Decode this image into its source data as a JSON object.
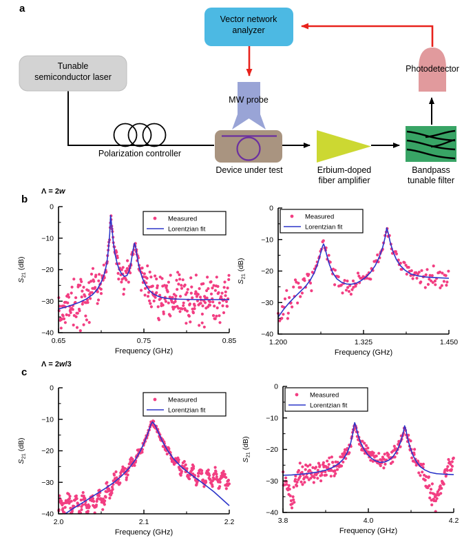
{
  "figure": {
    "panel_a_label": "a",
    "panel_b_label": "b",
    "panel_c_label": "c",
    "condition_b": {
      "prefix": "Λ = 2",
      "italic": "w",
      "suffix": ""
    },
    "condition_c": {
      "prefix": "Λ = 2",
      "italic": "w",
      "suffix": "/3"
    }
  },
  "diagram": {
    "labels": {
      "laser_line1": "Tunable",
      "laser_line2": "semiconductor laser",
      "vna_line1": "Vector network",
      "vna_line2": "analyzer",
      "polarization": "Polarization controller",
      "mw_probe": "MW probe",
      "dut": "Device under test",
      "edfa_line1": "Erbium-doped",
      "edfa_line2": "fiber amplifier",
      "filter_line1": "Bandpass",
      "filter_line2": "tunable filter",
      "photodetector": "Photodetector"
    },
    "colors": {
      "vna_box": "#4CB9E3",
      "laser_box": "#D3D3D3",
      "probe": "#99A4D6",
      "dut_box": "#A99480",
      "dut_ring": "#6B2FA0",
      "edfa": "#CCD832",
      "filter_box": "#38A465",
      "photodetector": "#E19A9D",
      "rf_path": "#E8221C",
      "optical_path": "#000000"
    }
  },
  "chart_defaults": {
    "xlabel": "Frequency (GHz)",
    "ylabel": {
      "variable": "S",
      "subscript": "21",
      "unit": " (dB)"
    },
    "legend": {
      "measured": "Measured",
      "fit": "Lorentzian fit"
    },
    "colors": {
      "measured": "#F23E82",
      "fit": "#2B35C9"
    },
    "ylim": [
      -40,
      0
    ],
    "yticks": [
      0,
      -10,
      -20,
      -30,
      -40
    ],
    "ytick_labels": [
      "0",
      "−10",
      "−20",
      "−30",
      "−40"
    ],
    "y_minor_ticks": [
      -5,
      -15,
      -25,
      -35
    ]
  },
  "chart_data": [
    {
      "id": "b-left",
      "panel": "b",
      "type": "scatter+line",
      "condition": "Λ = 2w",
      "xlim": [
        0.65,
        0.85
      ],
      "xticks": [
        0.65,
        0.75,
        0.85
      ],
      "xtick_labels": [
        "0.65",
        "0.75",
        "0.85"
      ],
      "x_minor_ticks": [
        0.7,
        0.8
      ],
      "legend_pos": "top-right",
      "peaks": [
        {
          "freq_ghz": 0.711,
          "s21_db": -2.8
        },
        {
          "freq_ghz": 0.739,
          "s21_db": -11.6
        }
      ],
      "fit_curve": [
        [
          0.65,
          -32.5
        ],
        [
          0.658,
          -31.9
        ],
        [
          0.666,
          -31.2
        ],
        [
          0.674,
          -30.4
        ],
        [
          0.682,
          -29.4
        ],
        [
          0.69,
          -27.9
        ],
        [
          0.695,
          -26.4
        ],
        [
          0.7,
          -24.0
        ],
        [
          0.704,
          -21.0
        ],
        [
          0.7065,
          -18.0
        ],
        [
          0.7085,
          -13.5
        ],
        [
          0.71,
          -8.5
        ],
        [
          0.711,
          -2.8
        ],
        [
          0.7125,
          -6.5
        ],
        [
          0.714,
          -11.0
        ],
        [
          0.716,
          -14.8
        ],
        [
          0.7185,
          -17.8
        ],
        [
          0.721,
          -19.9
        ],
        [
          0.724,
          -21.4
        ],
        [
          0.727,
          -22.1
        ],
        [
          0.73,
          -21.9
        ],
        [
          0.7325,
          -20.6
        ],
        [
          0.7345,
          -18.5
        ],
        [
          0.736,
          -16.0
        ],
        [
          0.7375,
          -13.5
        ],
        [
          0.739,
          -11.6
        ],
        [
          0.7405,
          -13.0
        ],
        [
          0.742,
          -15.8
        ],
        [
          0.744,
          -18.8
        ],
        [
          0.7465,
          -21.3
        ],
        [
          0.749,
          -23.2
        ],
        [
          0.752,
          -24.9
        ],
        [
          0.756,
          -26.5
        ],
        [
          0.761,
          -27.7
        ],
        [
          0.767,
          -28.5
        ],
        [
          0.774,
          -29.0
        ],
        [
          0.782,
          -29.3
        ],
        [
          0.795,
          -29.4
        ],
        [
          0.815,
          -29.5
        ],
        [
          0.835,
          -29.5
        ],
        [
          0.85,
          -29.5
        ]
      ],
      "measured": {
        "n": 380,
        "seed": 42,
        "noise_base": 0.8,
        "noise_boost": 3.0,
        "wiggle_amp": 0,
        "wiggle_freq": 0
      }
    },
    {
      "id": "b-right",
      "panel": "b",
      "type": "scatter+line",
      "condition": "Λ = 2w",
      "xlim": [
        1.2,
        1.45
      ],
      "xticks": [
        1.2,
        1.325,
        1.45
      ],
      "xtick_labels": [
        "1.200",
        "1.325",
        "1.450"
      ],
      "x_minor_ticks": [
        1.2625,
        1.3875
      ],
      "legend_pos": "top-left",
      "peaks": [
        {
          "freq_ghz": 1.266,
          "s21_db": -11.4
        },
        {
          "freq_ghz": 1.359,
          "s21_db": -6.3
        }
      ],
      "fit_curve": [
        [
          1.2,
          -34.6
        ],
        [
          1.208,
          -32.2
        ],
        [
          1.216,
          -30.1
        ],
        [
          1.224,
          -28.3
        ],
        [
          1.232,
          -26.6
        ],
        [
          1.24,
          -24.9
        ],
        [
          1.247,
          -22.9
        ],
        [
          1.253,
          -20.5
        ],
        [
          1.258,
          -17.6
        ],
        [
          1.262,
          -14.5
        ],
        [
          1.265,
          -12.1
        ],
        [
          1.2665,
          -11.4
        ],
        [
          1.268,
          -12.2
        ],
        [
          1.271,
          -14.8
        ],
        [
          1.275,
          -17.9
        ],
        [
          1.28,
          -20.6
        ],
        [
          1.286,
          -22.5
        ],
        [
          1.293,
          -23.6
        ],
        [
          1.3,
          -24.1
        ],
        [
          1.307,
          -24.2
        ],
        [
          1.314,
          -23.9
        ],
        [
          1.321,
          -23.1
        ],
        [
          1.328,
          -22.0
        ],
        [
          1.335,
          -20.5
        ],
        [
          1.342,
          -18.3
        ],
        [
          1.348,
          -15.6
        ],
        [
          1.353,
          -12.5
        ],
        [
          1.357,
          -9.0
        ],
        [
          1.359,
          -6.3
        ],
        [
          1.361,
          -7.8
        ],
        [
          1.364,
          -10.8
        ],
        [
          1.368,
          -13.8
        ],
        [
          1.373,
          -16.3
        ],
        [
          1.379,
          -18.3
        ],
        [
          1.386,
          -19.8
        ],
        [
          1.394,
          -20.9
        ],
        [
          1.404,
          -21.5
        ],
        [
          1.416,
          -21.9
        ],
        [
          1.43,
          -22.1
        ],
        [
          1.45,
          -22.3
        ]
      ],
      "measured": {
        "n": 175,
        "seed": 7,
        "noise_base": 0.8,
        "noise_boost": 1.6,
        "wiggle_amp": 0,
        "wiggle_freq": 0
      }
    },
    {
      "id": "c-left",
      "panel": "c",
      "type": "scatter+line",
      "condition": "Λ = 2w/3",
      "xlim": [
        2.0,
        2.2
      ],
      "xticks": [
        2.0,
        2.1,
        2.2
      ],
      "xtick_labels": [
        "2.0",
        "2.1",
        "2.2"
      ],
      "x_minor_ticks": [
        2.05,
        2.15
      ],
      "legend_pos": "top-right",
      "peaks": [
        {
          "freq_ghz": 2.109,
          "s21_db": -10.8
        }
      ],
      "fit_curve": [
        [
          2.008,
          -40.0
        ],
        [
          2.016,
          -38.5
        ],
        [
          2.025,
          -37.0
        ],
        [
          2.035,
          -35.3
        ],
        [
          2.045,
          -33.6
        ],
        [
          2.055,
          -31.9
        ],
        [
          2.065,
          -30.0
        ],
        [
          2.075,
          -27.7
        ],
        [
          2.083,
          -25.4
        ],
        [
          2.09,
          -22.8
        ],
        [
          2.096,
          -20.0
        ],
        [
          2.101,
          -17.0
        ],
        [
          2.105,
          -14.2
        ],
        [
          2.108,
          -11.8
        ],
        [
          2.11,
          -10.8
        ],
        [
          2.113,
          -11.8
        ],
        [
          2.117,
          -14.2
        ],
        [
          2.122,
          -17.2
        ],
        [
          2.128,
          -20.0
        ],
        [
          2.135,
          -22.6
        ],
        [
          2.143,
          -24.9
        ],
        [
          2.152,
          -26.9
        ],
        [
          2.162,
          -28.9
        ],
        [
          2.172,
          -30.9
        ],
        [
          2.182,
          -33.0
        ],
        [
          2.191,
          -35.2
        ],
        [
          2.2,
          -37.4
        ]
      ],
      "measured": {
        "n": 430,
        "seed": 13,
        "noise_base": 0.35,
        "noise_boost": 0.6,
        "wiggle_amp": 2.2,
        "wiggle_freq": 110,
        "envelope": [
          [
            2.0,
            -37.5
          ],
          [
            2.01,
            -36.5
          ],
          [
            2.02,
            -37.0
          ],
          [
            2.03,
            -36.8
          ],
          [
            2.04,
            -36.4
          ],
          [
            2.05,
            -35.5
          ],
          [
            2.058,
            -33.0
          ],
          [
            2.065,
            -30.2
          ],
          [
            2.075,
            -27.6
          ],
          [
            2.083,
            -25.2
          ],
          [
            2.09,
            -22.6
          ],
          [
            2.096,
            -19.9
          ],
          [
            2.101,
            -17.0
          ],
          [
            2.105,
            -14.2
          ],
          [
            2.108,
            -11.8
          ],
          [
            2.11,
            -10.9
          ],
          [
            2.113,
            -11.9
          ],
          [
            2.117,
            -14.3
          ],
          [
            2.122,
            -17.3
          ],
          [
            2.128,
            -20.1
          ],
          [
            2.135,
            -22.8
          ],
          [
            2.143,
            -25.1
          ],
          [
            2.152,
            -26.8
          ],
          [
            2.16,
            -27.8
          ],
          [
            2.17,
            -28.3
          ],
          [
            2.18,
            -28.6
          ],
          [
            2.19,
            -28.8
          ],
          [
            2.2,
            -29.3
          ]
        ]
      }
    },
    {
      "id": "c-right",
      "panel": "c",
      "type": "scatter+line",
      "condition": "Λ = 2w/3",
      "xlim": [
        3.8,
        4.2
      ],
      "xticks": [
        3.8,
        4.0,
        4.2
      ],
      "xtick_labels": [
        "3.8",
        "4.0",
        "4.2"
      ],
      "x_minor_ticks": [
        3.9,
        4.1
      ],
      "legend_pos": "top-left",
      "peaks": [
        {
          "freq_ghz": 3.967,
          "s21_db": -11.3
        },
        {
          "freq_ghz": 4.085,
          "s21_db": -12.4
        }
      ],
      "fit_curve": [
        [
          3.8,
          -28.2
        ],
        [
          3.82,
          -28.1
        ],
        [
          3.84,
          -27.9
        ],
        [
          3.86,
          -27.6
        ],
        [
          3.88,
          -27.2
        ],
        [
          3.9,
          -26.6
        ],
        [
          3.915,
          -25.8
        ],
        [
          3.93,
          -24.6
        ],
        [
          3.942,
          -23.0
        ],
        [
          3.951,
          -20.9
        ],
        [
          3.958,
          -18.3
        ],
        [
          3.963,
          -15.3
        ],
        [
          3.966,
          -12.8
        ],
        [
          3.968,
          -11.5
        ],
        [
          3.971,
          -12.8
        ],
        [
          3.975,
          -15.0
        ],
        [
          3.981,
          -17.5
        ],
        [
          3.989,
          -19.8
        ],
        [
          3.998,
          -21.6
        ],
        [
          4.008,
          -22.9
        ],
        [
          4.018,
          -23.7
        ],
        [
          4.028,
          -24.1
        ],
        [
          4.038,
          -24.0
        ],
        [
          4.048,
          -23.4
        ],
        [
          4.058,
          -22.2
        ],
        [
          4.068,
          -20.2
        ],
        [
          4.076,
          -17.5
        ],
        [
          4.082,
          -14.6
        ],
        [
          4.085,
          -12.5
        ],
        [
          4.088,
          -13.8
        ],
        [
          4.092,
          -16.5
        ],
        [
          4.098,
          -19.5
        ],
        [
          4.105,
          -22.0
        ],
        [
          4.113,
          -24.0
        ],
        [
          4.122,
          -25.5
        ],
        [
          4.132,
          -26.5
        ],
        [
          4.145,
          -27.3
        ],
        [
          4.16,
          -27.7
        ],
        [
          4.18,
          -27.9
        ],
        [
          4.2,
          -28.0
        ]
      ],
      "measured": {
        "n": 340,
        "seed": 99,
        "noise_base": 0.6,
        "noise_boost": 1.3,
        "wiggle_amp": 0,
        "wiggle_freq": 0,
        "envelope": [
          [
            3.8,
            -29.0
          ],
          [
            3.808,
            -31.0
          ],
          [
            3.815,
            -34.5
          ],
          [
            3.822,
            -36.5
          ],
          [
            3.828,
            -32.0
          ],
          [
            3.835,
            -29.0
          ],
          [
            3.845,
            -27.8
          ],
          [
            3.86,
            -27.5
          ],
          [
            3.88,
            -27.2
          ],
          [
            3.9,
            -26.6
          ],
          [
            3.915,
            -25.8
          ],
          [
            3.93,
            -24.6
          ],
          [
            3.942,
            -23.0
          ],
          [
            3.951,
            -20.9
          ],
          [
            3.958,
            -18.3
          ],
          [
            3.963,
            -15.3
          ],
          [
            3.966,
            -13.2
          ],
          [
            3.968,
            -12.5
          ],
          [
            3.971,
            -13.2
          ],
          [
            3.975,
            -15.0
          ],
          [
            3.981,
            -17.5
          ],
          [
            3.989,
            -19.8
          ],
          [
            3.998,
            -21.6
          ],
          [
            4.008,
            -22.6
          ],
          [
            4.018,
            -23.2
          ],
          [
            4.028,
            -23.4
          ],
          [
            4.038,
            -23.2
          ],
          [
            4.048,
            -22.8
          ],
          [
            4.058,
            -21.8
          ],
          [
            4.068,
            -20.0
          ],
          [
            4.076,
            -17.5
          ],
          [
            4.082,
            -14.8
          ],
          [
            4.085,
            -13.2
          ],
          [
            4.088,
            -14.2
          ],
          [
            4.092,
            -16.5
          ],
          [
            4.098,
            -19.5
          ],
          [
            4.105,
            -22.0
          ],
          [
            4.113,
            -24.0
          ],
          [
            4.122,
            -25.8
          ],
          [
            4.13,
            -28.0
          ],
          [
            4.14,
            -31.0
          ],
          [
            4.15,
            -34.0
          ],
          [
            4.158,
            -36.5
          ],
          [
            4.166,
            -34.0
          ],
          [
            4.174,
            -30.5
          ],
          [
            4.182,
            -27.5
          ],
          [
            4.19,
            -25.0
          ],
          [
            4.196,
            -23.5
          ],
          [
            4.2,
            -23.0
          ]
        ]
      }
    }
  ]
}
